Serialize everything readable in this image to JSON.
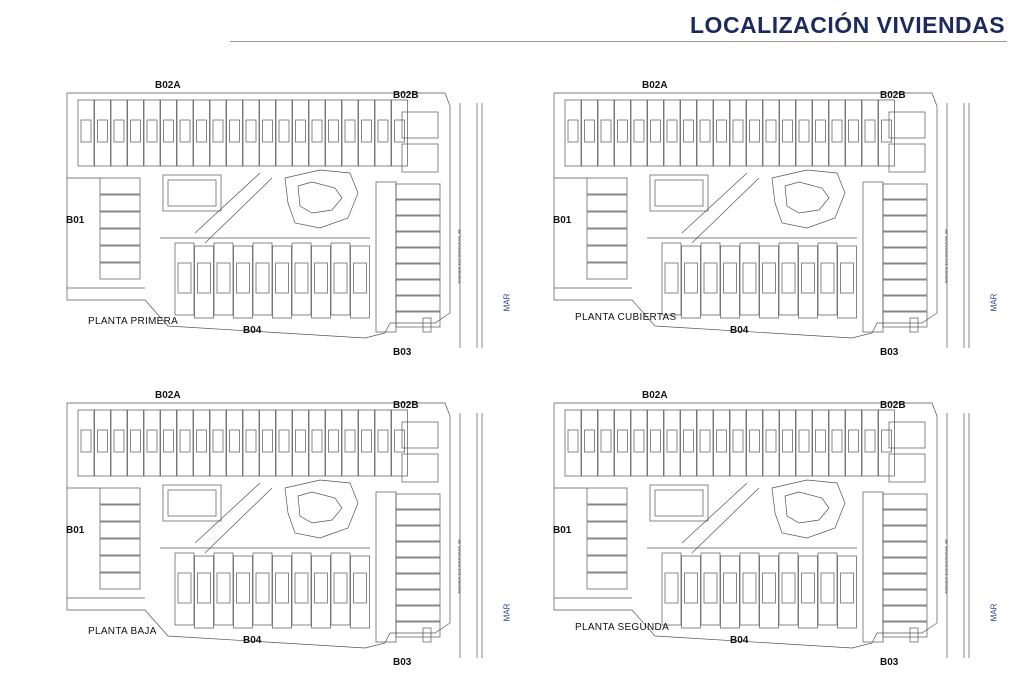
{
  "header": {
    "title": "LOCALIZACIÓN VIVIENDAS"
  },
  "blocks": {
    "b02a": "B02A",
    "b02b": "B02B",
    "b01": "B01",
    "b04": "B04",
    "b03": "B03"
  },
  "mar_label": "MAR",
  "street_label": "AVENIDA ESCANDINAVIA, 88",
  "plans": [
    {
      "name": "PLANTA PRIMERA"
    },
    {
      "name": "PLANTA CUBIERTAS"
    },
    {
      "name": "PLANTA BAJA"
    },
    {
      "name": "PLANTA SEGUNDA"
    }
  ],
  "colors": {
    "title": "#1c2a5e",
    "mar": "#2b3f8f",
    "lines": "#555555"
  }
}
